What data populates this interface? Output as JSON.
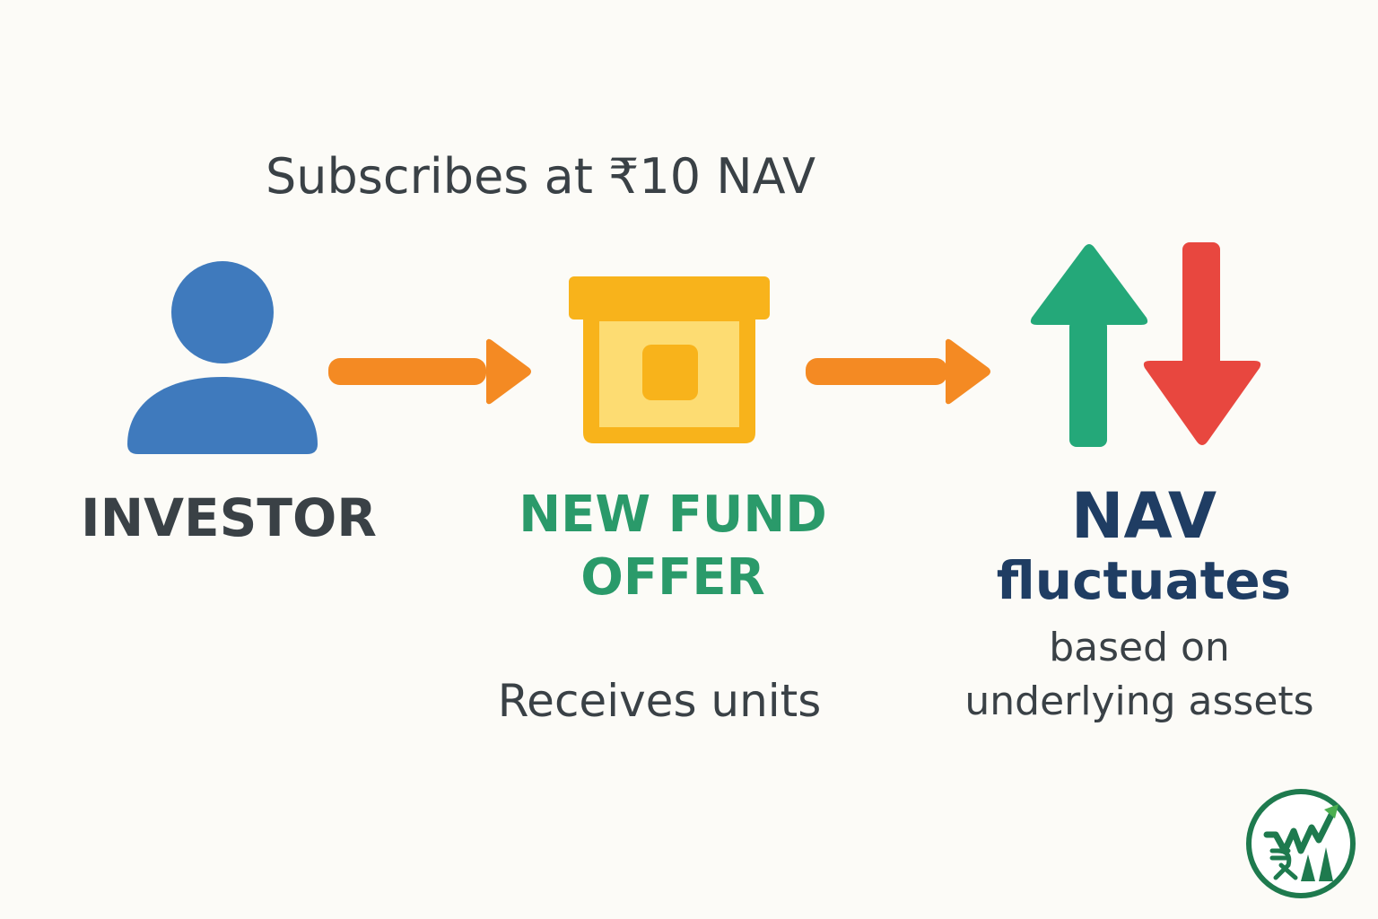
{
  "diagram": {
    "caption_top": "Subscribes at ₹10 NAV",
    "investor": {
      "label": "INVESTOR",
      "icon": "person-icon"
    },
    "nfo": {
      "label_line1": "NEW FUND",
      "label_line2": "OFFER",
      "icon": "box-icon",
      "caption": "Receives units"
    },
    "nav": {
      "label_line1": "NAV",
      "label_line2": "fluctuates",
      "label_line3": "based on",
      "label_line4": "underlying assets",
      "icons": [
        "arrow-up-icon",
        "arrow-down-icon"
      ]
    },
    "connectors": [
      "arrow-right-icon",
      "arrow-right-icon"
    ],
    "logo": "brand-logo"
  },
  "colors": {
    "background": "#fcfbf7",
    "investor_blue": "#3f7abd",
    "arrow_orange": "#f48a23",
    "box_yellow": "#f8b31b",
    "box_light": "#fddc72",
    "nfo_green": "#2a9a6a",
    "up_green": "#24a879",
    "down_red": "#e8473f",
    "nav_navy": "#1f3d63",
    "text_dark": "#3a4146",
    "logo_green": "#1e7a4e"
  }
}
